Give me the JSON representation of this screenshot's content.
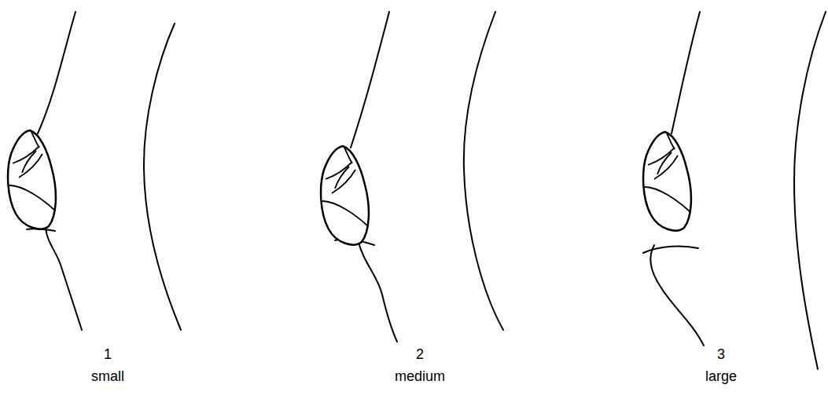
{
  "diagram": {
    "labels": [
      "1",
      "small",
      "2",
      "medium",
      "3",
      "large"
    ]
  }
}
